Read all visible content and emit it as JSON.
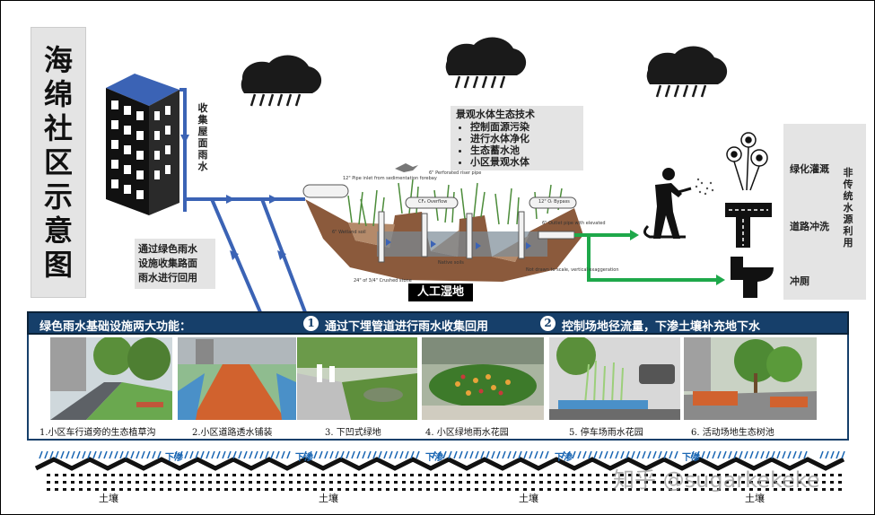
{
  "title_chars": [
    "海",
    "绵",
    "社",
    "区",
    "示",
    "意",
    "图"
  ],
  "collect_roof_chars": [
    "收",
    "集",
    "屋",
    "面",
    "雨",
    "水"
  ],
  "green_infra_note": [
    "通过绿色雨水",
    "设施收集路面",
    "雨水进行回用"
  ],
  "tech_box": {
    "title": "景观水体生态技术",
    "items": [
      "控制面源污染",
      "进行水体净化",
      "生态蓄水池",
      "小区景观水体"
    ]
  },
  "wetland_label": "人工湿地",
  "wetland_small_labels": {
    "pipe_inlet": "12\" Pipe inlet from sedimentation forebay",
    "perforated": "6\" Perforated riser pipe",
    "overflow": "CF₂ Overflow",
    "bypass": "12\" Oᵣ Bypass",
    "outlet": "6\" Outlet pipe with elevated",
    "wetland_soil": "6\" Wetland soil",
    "native": "Native soils",
    "stone": "24\" of 3/4\" Crushed stone",
    "not_to_scale": "Not drawn to scale, vertical exaggeration"
  },
  "reuse_uses": [
    "绿化灌溉",
    "道路冲洗",
    "冲厕"
  ],
  "nontraditional_chars": [
    "非",
    "传",
    "统",
    "水",
    "源",
    "利",
    "用"
  ],
  "functions": {
    "heading": "绿色雨水基础设施两大功能：",
    "item1_num": "1",
    "item1": "通过下埋管道进行雨水收集回用",
    "item2_num": "2",
    "item2": "控制场地径流量，下渗土壤补充地下水"
  },
  "photo_captions": [
    "1.小区车行道旁的生态植草沟",
    "2.小区道路透水铺装",
    "3. 下凹式绿地",
    "4. 小区绿地雨水花园",
    "5. 停车场雨水花园",
    "6. 活动场地生态树池"
  ],
  "seep_label": "下渗",
  "soil_label": "土壤",
  "watermark": "知乎 @sugarkekeke",
  "colors": {
    "pipe_blue": "#3b63b5",
    "reuse_green": "#1ea84a",
    "bar_navy": "#163f6a",
    "panel_grey": "#e4e4e4",
    "seep_blue": "#1a66b3"
  }
}
